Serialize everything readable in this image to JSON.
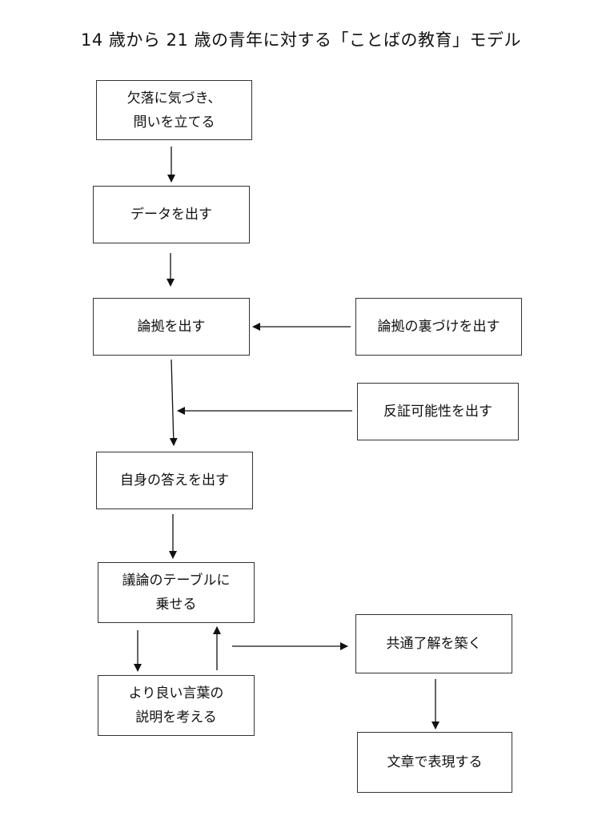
{
  "title": "14 歳から 21 歳の青年に対する「ことばの教育」モデル",
  "nodes": {
    "notice": "欠落に気づき、\n問いを立てる",
    "data": "データを出す",
    "warrant": "論拠を出す",
    "backing": "論拠の裏づけを出す",
    "rebuttal": "反証可能性を出す",
    "answer": "自身の答えを出す",
    "discussion": "議論のテーブルに\n乗せる",
    "better_words": "より良い言葉の\n説明を考える",
    "common_understanding": "共通了解を築く",
    "write": "文章で表現する"
  }
}
